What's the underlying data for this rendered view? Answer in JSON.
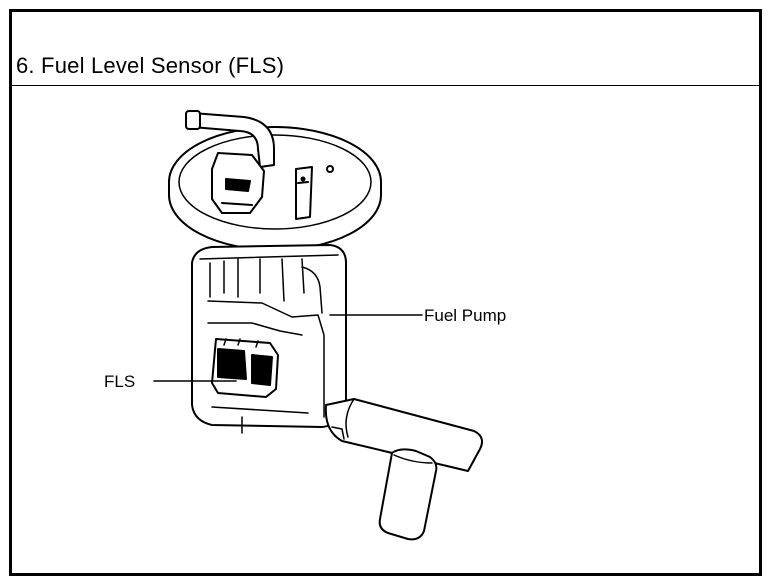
{
  "title": "6. Fuel Level Sensor (FLS)",
  "labels": {
    "fuel_pump": "Fuel Pump",
    "fls": "FLS"
  }
}
